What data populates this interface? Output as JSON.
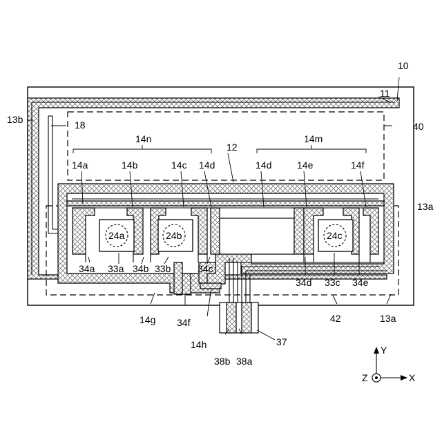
{
  "labels": {
    "l10": "10",
    "l11": "11",
    "l12": "12",
    "l13a_top": "13a",
    "l13a_bottom": "13a",
    "l13b": "13b",
    "l14a": "14a",
    "l14b": "14b",
    "l14c": "14c",
    "l14d_left": "14d",
    "l14d_right": "14d",
    "l14e": "14e",
    "l14f": "14f",
    "l14g": "14g",
    "l14h": "14h",
    "l14m": "14m",
    "l14n": "14n",
    "l18": "18",
    "l24a": "24a",
    "l24b": "24b",
    "l24c": "24c",
    "l33a": "33a",
    "l33b": "33b",
    "l33c": "33c",
    "l34a": "34a",
    "l34b": "34b",
    "l34c": "34c",
    "l34d": "34d",
    "l34e": "34e",
    "l34f": "34f",
    "l37": "37",
    "l38a": "38a",
    "l38b": "38b",
    "l40": "40",
    "l42": "42"
  },
  "axes": {
    "x": "X",
    "y": "Y",
    "z": "Z"
  }
}
